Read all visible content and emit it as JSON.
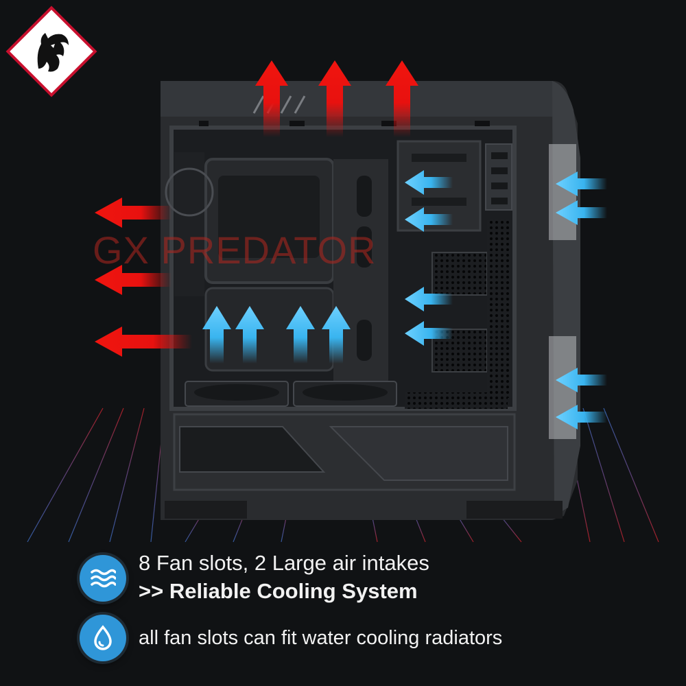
{
  "product": {
    "watermark": "GX PREDATOR"
  },
  "features": [
    {
      "icon": "waves-icon",
      "line1": "8 Fan slots, 2 Large air intakes",
      "line2": ">> Reliable Cooling System"
    },
    {
      "icon": "water-drop-icon",
      "line1": "all fan slots can fit water cooling radiators"
    }
  ],
  "colors": {
    "hot_air": "#e8110f",
    "cool_air": "#39b4ef",
    "badge": "#2f96d8",
    "background": "#101214"
  },
  "logo": {
    "icon": "wolf-head-logo-icon"
  }
}
